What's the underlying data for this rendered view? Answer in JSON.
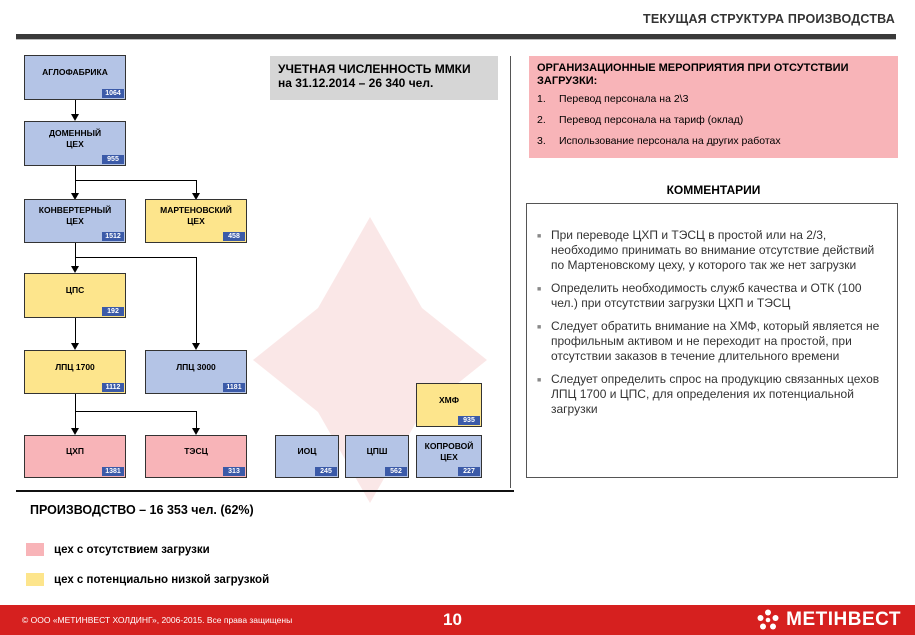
{
  "header": {
    "title": "ТЕКУЩАЯ СТРУКТУРА ПРОИЗВОДСТВА"
  },
  "staff": {
    "line1": "УЧЕТНАЯ ЧИСЛЕННОСТЬ ММКИ",
    "line2": "на 31.12.2014 – 26 340 чел."
  },
  "units": {
    "aglofabrika": {
      "name": "АГЛОФАБРИКА",
      "count": "1064"
    },
    "domennyi": {
      "name": "ДОМЕННЫЙ\nЦЕХ",
      "count": "955"
    },
    "konverternyi": {
      "name": "КОНВЕРТЕРНЫЙ\nЦЕХ",
      "count": "1512"
    },
    "martenovskiy": {
      "name": "МАРТЕНОВСКИЙ\nЦЕХ",
      "count": "458"
    },
    "cps": {
      "name": "ЦПС",
      "count": "192"
    },
    "lpc1700": {
      "name": "ЛПЦ 1700",
      "count": "1112"
    },
    "lpc3000": {
      "name": "ЛПЦ 3000",
      "count": "1181"
    },
    "chp": {
      "name": "ЦХП",
      "count": "1381"
    },
    "tesc": {
      "name": "ТЭСЦ",
      "count": "313"
    },
    "ioc": {
      "name": "ИОЦ",
      "count": "245"
    },
    "cpsh": {
      "name": "ЦПШ",
      "count": "562"
    },
    "hmf": {
      "name": "ХМФ",
      "count": "935"
    },
    "koprovoy": {
      "name": "КОПРОВОЙ\nЦЕХ",
      "count": "227"
    }
  },
  "measures": {
    "title": "ОРГАНИЗАЦИОННЫЕ МЕРОПРИЯТИЯ ПРИ ОТСУТСТВИИ ЗАГРУЗКИ:",
    "items": [
      {
        "n": "1.",
        "text": "Перевод персонала на 2\\3"
      },
      {
        "n": "2.",
        "text": "Перевод персонала на тариф (оклад)"
      },
      {
        "n": "3.",
        "text": "Использование персонала на других работах"
      }
    ]
  },
  "comments": {
    "title": "КОММЕНТАРИИ",
    "items": [
      "При переводе ЦХП и ТЭСЦ в простой или на 2/3, необходимо принимать во внимание отсутствие действий по Мартеновскому цеху, у которого так же нет загрузки",
      "Определить необходимость служб качества и ОТК (100 чел.) при отсутствии загрузки ЦХП и ТЭСЦ",
      "Следует обратить внимание на ХМФ, который является не профильным активом  и не переходит на простой, при отсутствии заказов в течение длительного времени",
      "Следует определить спрос на продукцию связанных цехов ЛПЦ 1700 и ЦПС, для определения их потенциальной загрузки"
    ]
  },
  "production": {
    "text": "ПРОИЗВОДСТВО – 16 353 чел. (62%)"
  },
  "legend": [
    {
      "text": "цех с отсутствием загрузки",
      "color": "#f8b4b8"
    },
    {
      "text": "цех с потенциально низкой загрузкой",
      "color": "#fde58c"
    }
  ],
  "footer": {
    "copyright": "© ООО «МЕТИНВЕСТ ХОЛДИНГ», 2006-2015. Все права защищены",
    "page": "10",
    "brand": "МЕТІНВЕСТ"
  },
  "colors": {
    "accent": "#d6201f",
    "blue_unit": "#b4c4e6",
    "yellow_unit": "#fde58c",
    "pink_unit": "#f8b4b8",
    "count_badge": "#3b5aa8"
  }
}
